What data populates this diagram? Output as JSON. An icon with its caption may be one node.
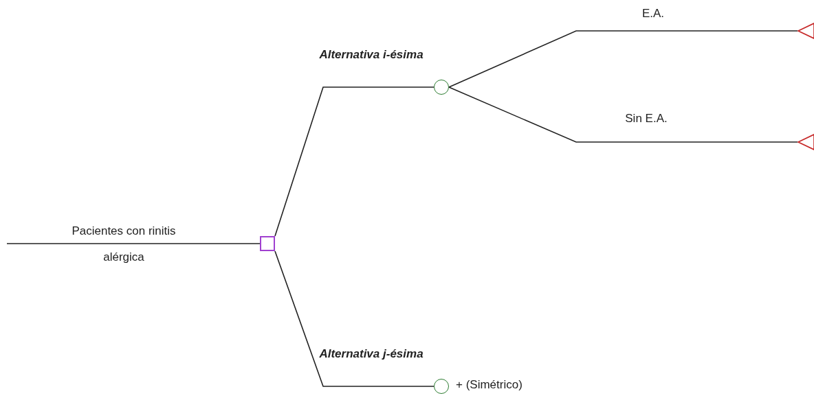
{
  "diagram": {
    "nodes": [
      {
        "text": [],
        "shape": "box"
      },
      {
        "text": [],
        "shape": "circle"
      },
      {
        "text": [],
        "shape": "circle",
        "beside": [
          "+ (Simétrico)"
        ]
      },
      {
        "text": [],
        "shape": "triangle"
      },
      {
        "text": [],
        "shape": "triangle"
      }
    ],
    "edges": [
      {
        "from": null,
        "to": 0,
        "arrow": "none",
        "label": "Pacientes con rinitis alérgica"
      },
      {
        "from": 0,
        "to": 1,
        "arrow": "none",
        "label": "Alternativa i-ésima"
      },
      {
        "from": 0,
        "to": 2,
        "arrow": "none",
        "label": "Alternativa j-ésima"
      },
      {
        "from": 1,
        "to": 3,
        "arrow": "none",
        "label": "E.A."
      },
      {
        "from": 1,
        "to": 4,
        "arrow": "none",
        "label": "Sin E.A."
      }
    ]
  }
}
